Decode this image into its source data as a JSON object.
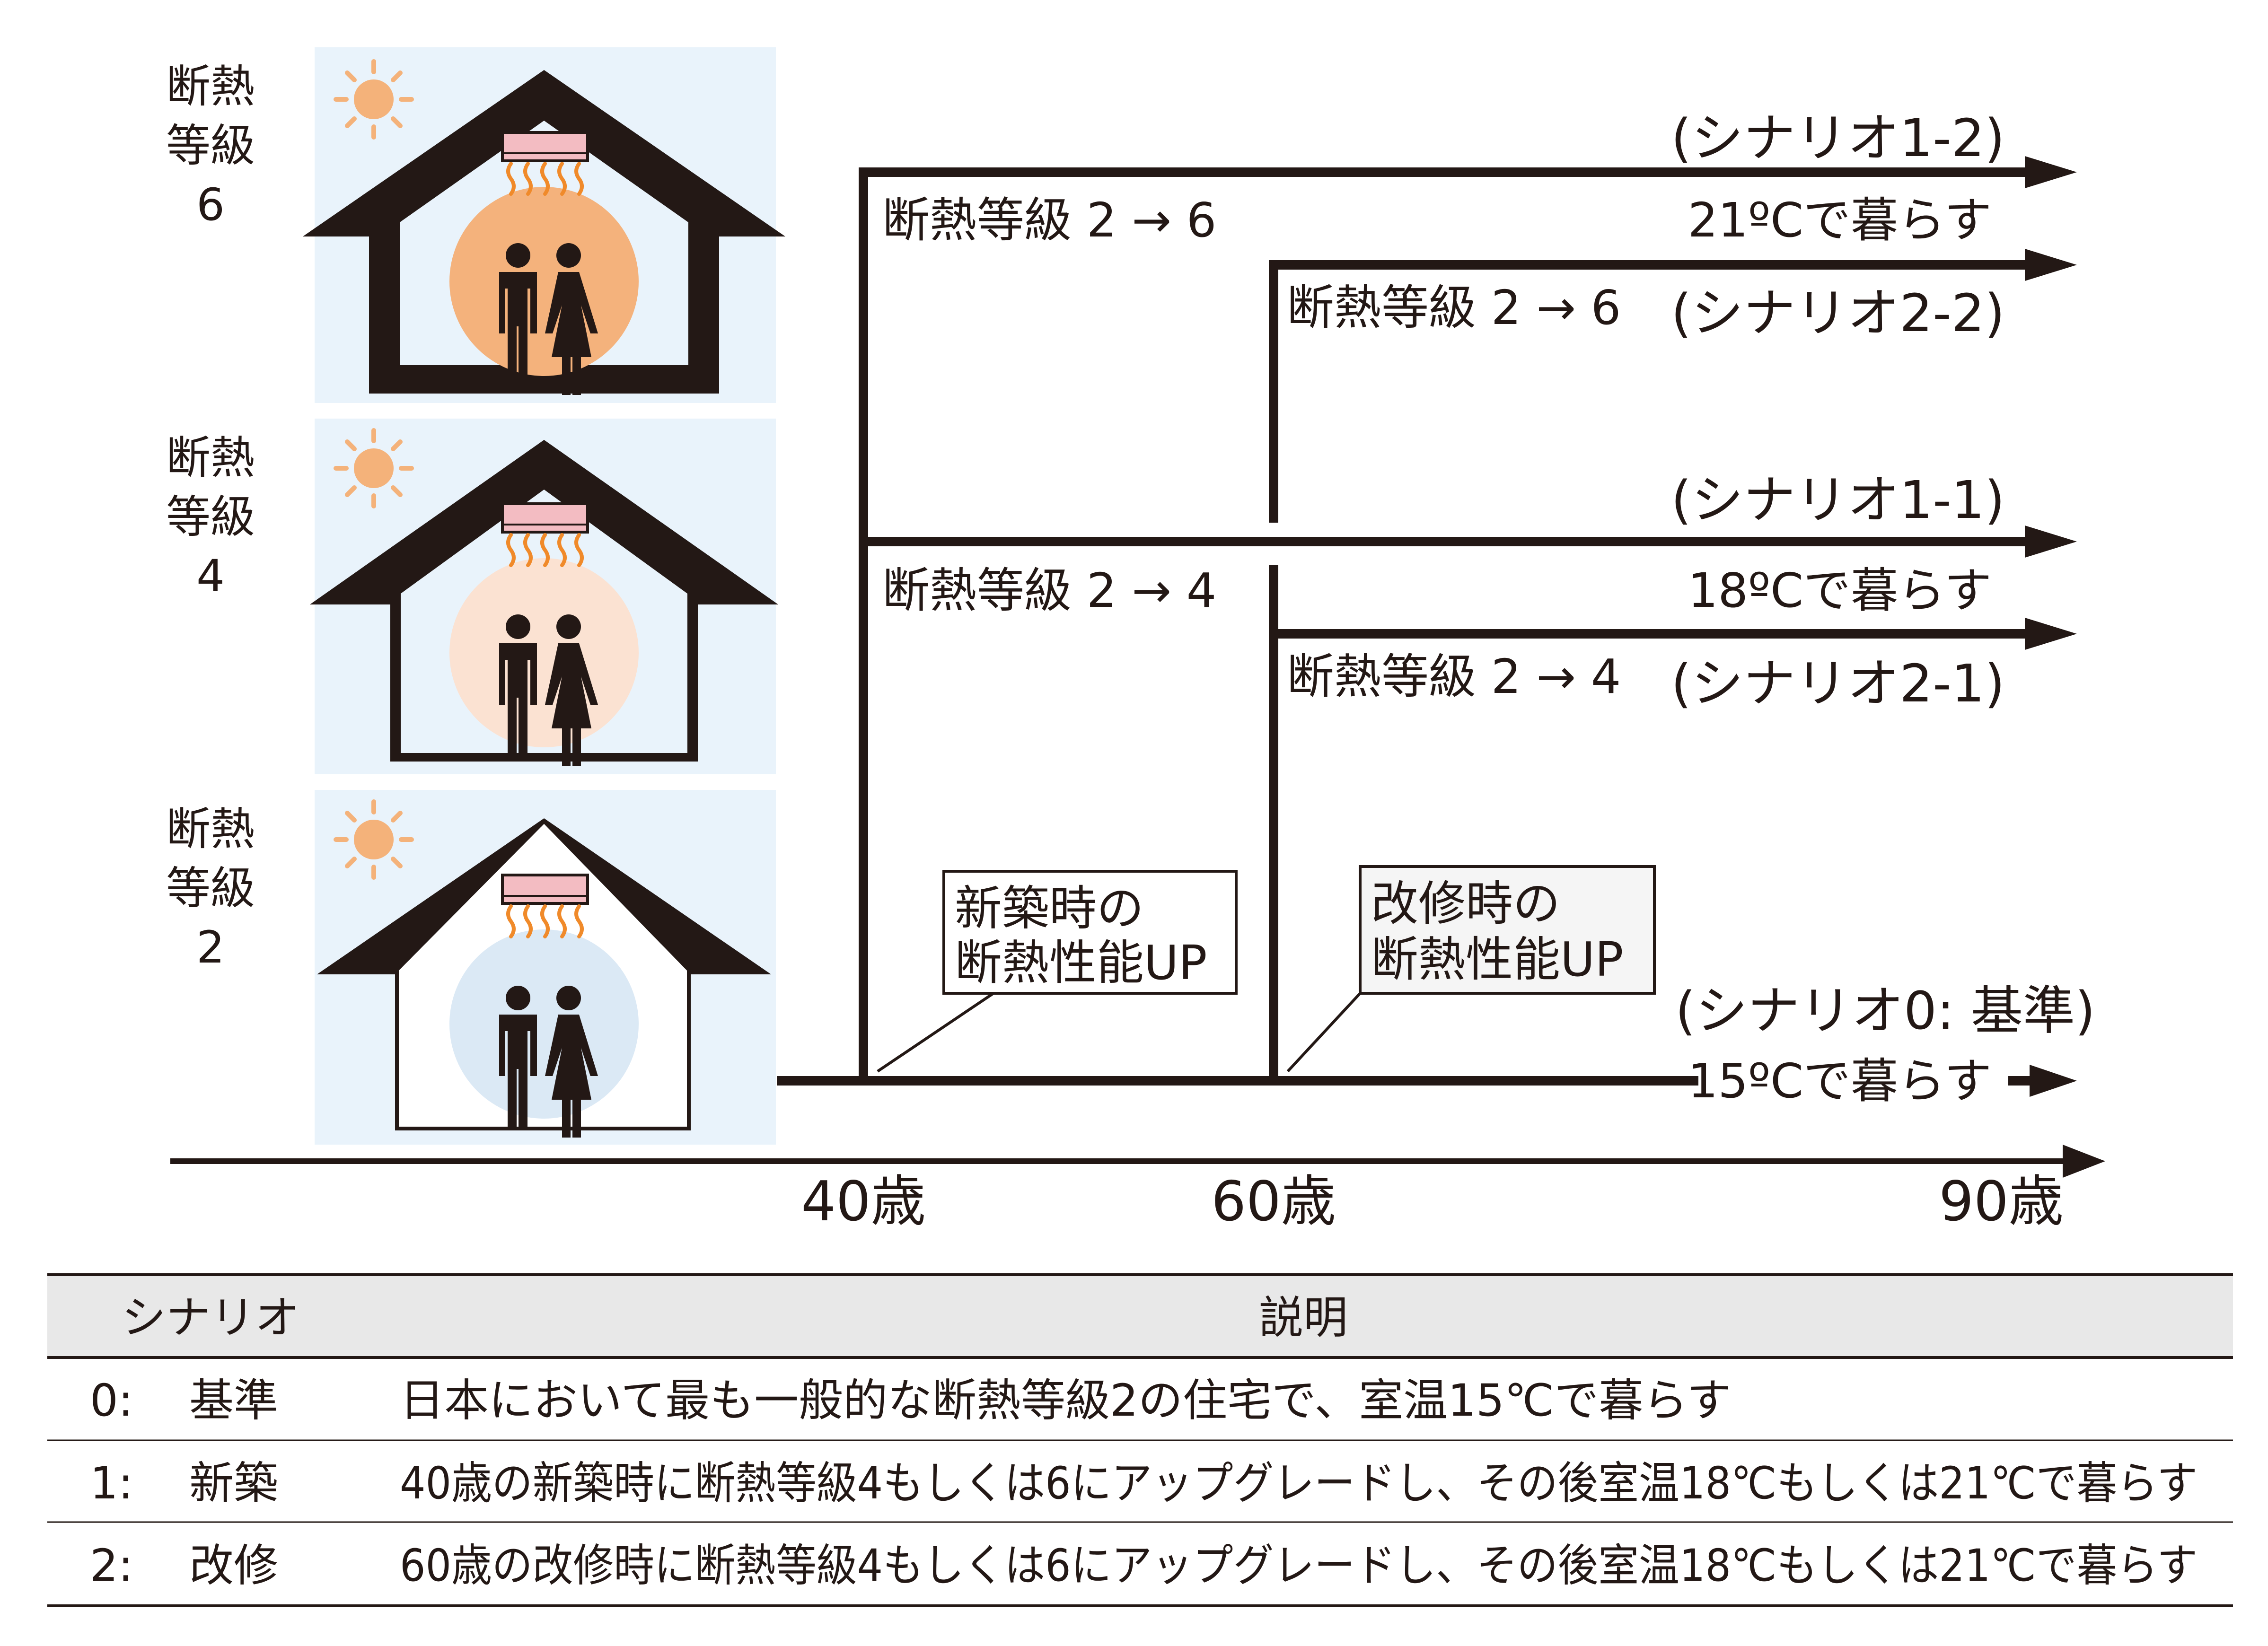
{
  "colors": {
    "ink": "#231815",
    "house_bg": "#e9f3fb",
    "sun": "#f4b27a",
    "aircon": "#f3bcc2",
    "heat": "#f08a2a",
    "glow_grade6": "#f4b27c",
    "glow_grade4": "#fbe2d2",
    "glow_grade2": "#dbe9f5",
    "table_header_bg": "#e8e8e8"
  },
  "icons": [
    "sun-icon",
    "air-conditioner-icon",
    "heat-waves-icon",
    "couple-icon",
    "arrow-right-icon"
  ],
  "houses": [
    {
      "caption_lines": [
        "断熱",
        "等級",
        "6"
      ]
    },
    {
      "caption_lines": [
        "断熱",
        "等級",
        "4"
      ]
    },
    {
      "caption_lines": [
        "断熱",
        "等級",
        "2"
      ]
    }
  ],
  "branches": [
    {
      "scenario": "(シナリオ1-2)",
      "grade_change": "断熱等級 2 → 6",
      "temp": "21ºCで暮らす"
    },
    {
      "scenario": "(シナリオ2-2)",
      "grade_change": "断熱等級 2 → 6"
    },
    {
      "scenario": "(シナリオ1-1)",
      "grade_change": "断熱等級 2 → 4",
      "temp": "18ºCで暮らす"
    },
    {
      "scenario": "(シナリオ2-1)",
      "grade_change": "断熱等級 2 → 4"
    },
    {
      "scenario": "(シナリオ0: 基準)",
      "temp": "15ºCで暮らす"
    }
  ],
  "callouts": {
    "new_build": [
      "新築時の",
      "断熱性能UP"
    ],
    "renovation": [
      "改修時の",
      "断熱性能UP"
    ]
  },
  "ages": [
    "40歳",
    "60歳",
    "90歳"
  ],
  "table": {
    "headers": [
      "シナリオ",
      "説明"
    ],
    "rows": [
      {
        "num": "0:",
        "name": "基準",
        "desc": "日本において最も一般的な断熱等級2の住宅で、室温15℃で暮らす"
      },
      {
        "num": "1:",
        "name": "新築",
        "desc": "40歳の新築時に断熱等級4もしくは6にアップグレードし、その後室温18℃もしくは21℃で暮らす"
      },
      {
        "num": "2:",
        "name": "改修",
        "desc": "60歳の改修時に断熱等級4もしくは6にアップグレードし、その後室温18℃もしくは21℃で暮らす"
      }
    ]
  }
}
